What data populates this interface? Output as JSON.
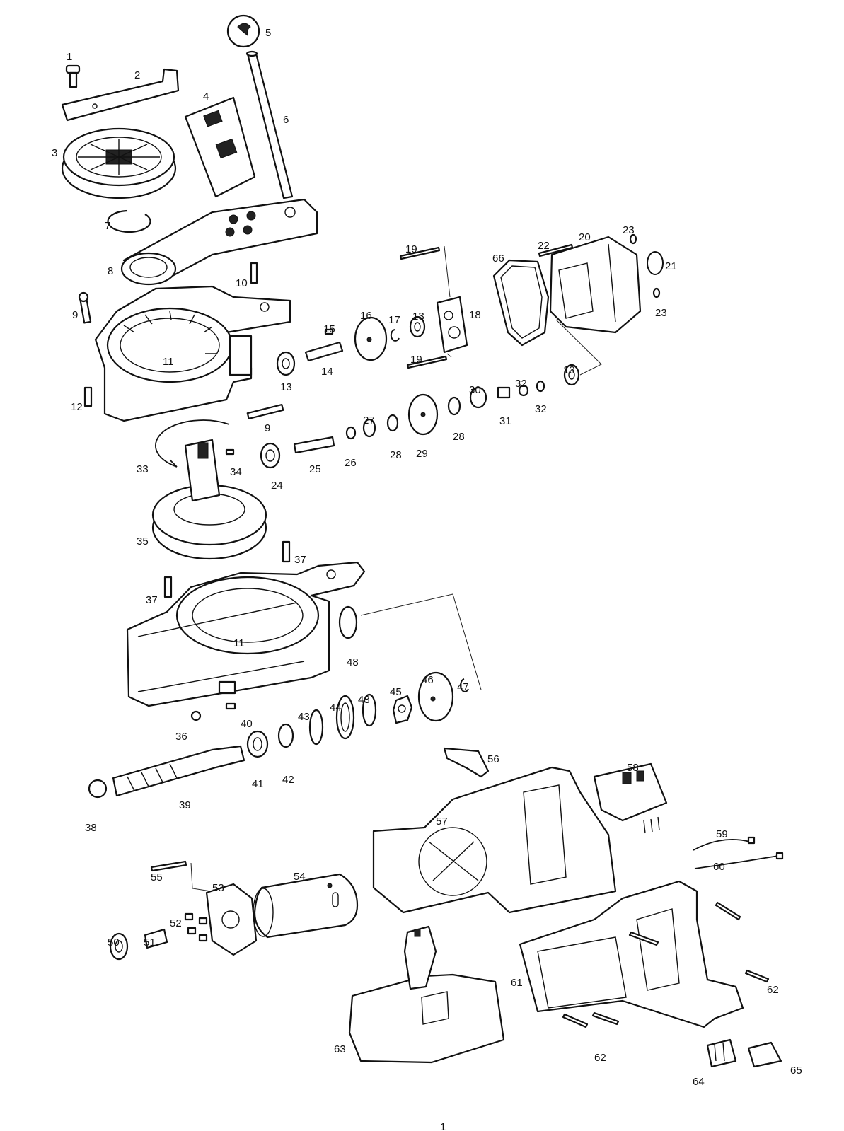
{
  "labels": {
    "l1": "1",
    "l2": "2",
    "l3": "3",
    "l4": "4",
    "l5": "5",
    "l6": "6",
    "l7": "7",
    "l8": "8",
    "l9a": "9",
    "l9b": "9",
    "l10": "10",
    "l11a": "11",
    "l11b": "11",
    "l12": "12",
    "l13a": "13",
    "l13b": "13",
    "l13c": "13",
    "l14": "14",
    "l15": "15",
    "l16": "16",
    "l17": "17",
    "l18": "18",
    "l19a": "19",
    "l19b": "19",
    "l20": "20",
    "l21": "21",
    "l22": "22",
    "l23a": "23",
    "l23b": "23",
    "l24": "24",
    "l25": "25",
    "l26": "26",
    "l27": "27",
    "l28a": "28",
    "l28b": "28",
    "l29": "29",
    "l30": "30",
    "l31": "31",
    "l32a": "32",
    "l32b": "32",
    "l33": "33",
    "l34": "34",
    "l35": "35",
    "l36": "36",
    "l37a": "37",
    "l37b": "37",
    "l38": "38",
    "l39": "39",
    "l40": "40",
    "l41": "41",
    "l42": "42",
    "l43a": "43",
    "l43b": "43",
    "l44": "44",
    "l45": "45",
    "l46": "46",
    "l47": "47",
    "l48": "48",
    "l50": "50",
    "l51": "51",
    "l52": "52",
    "l53": "53",
    "l54": "54",
    "l55": "55",
    "l56": "56",
    "l57": "57",
    "l58": "58",
    "l59": "59",
    "l60": "60",
    "l61": "61",
    "l62a": "62",
    "l62b": "62",
    "l63": "63",
    "l64": "64",
    "l65": "65",
    "l66": "66"
  },
  "page_number": "1"
}
